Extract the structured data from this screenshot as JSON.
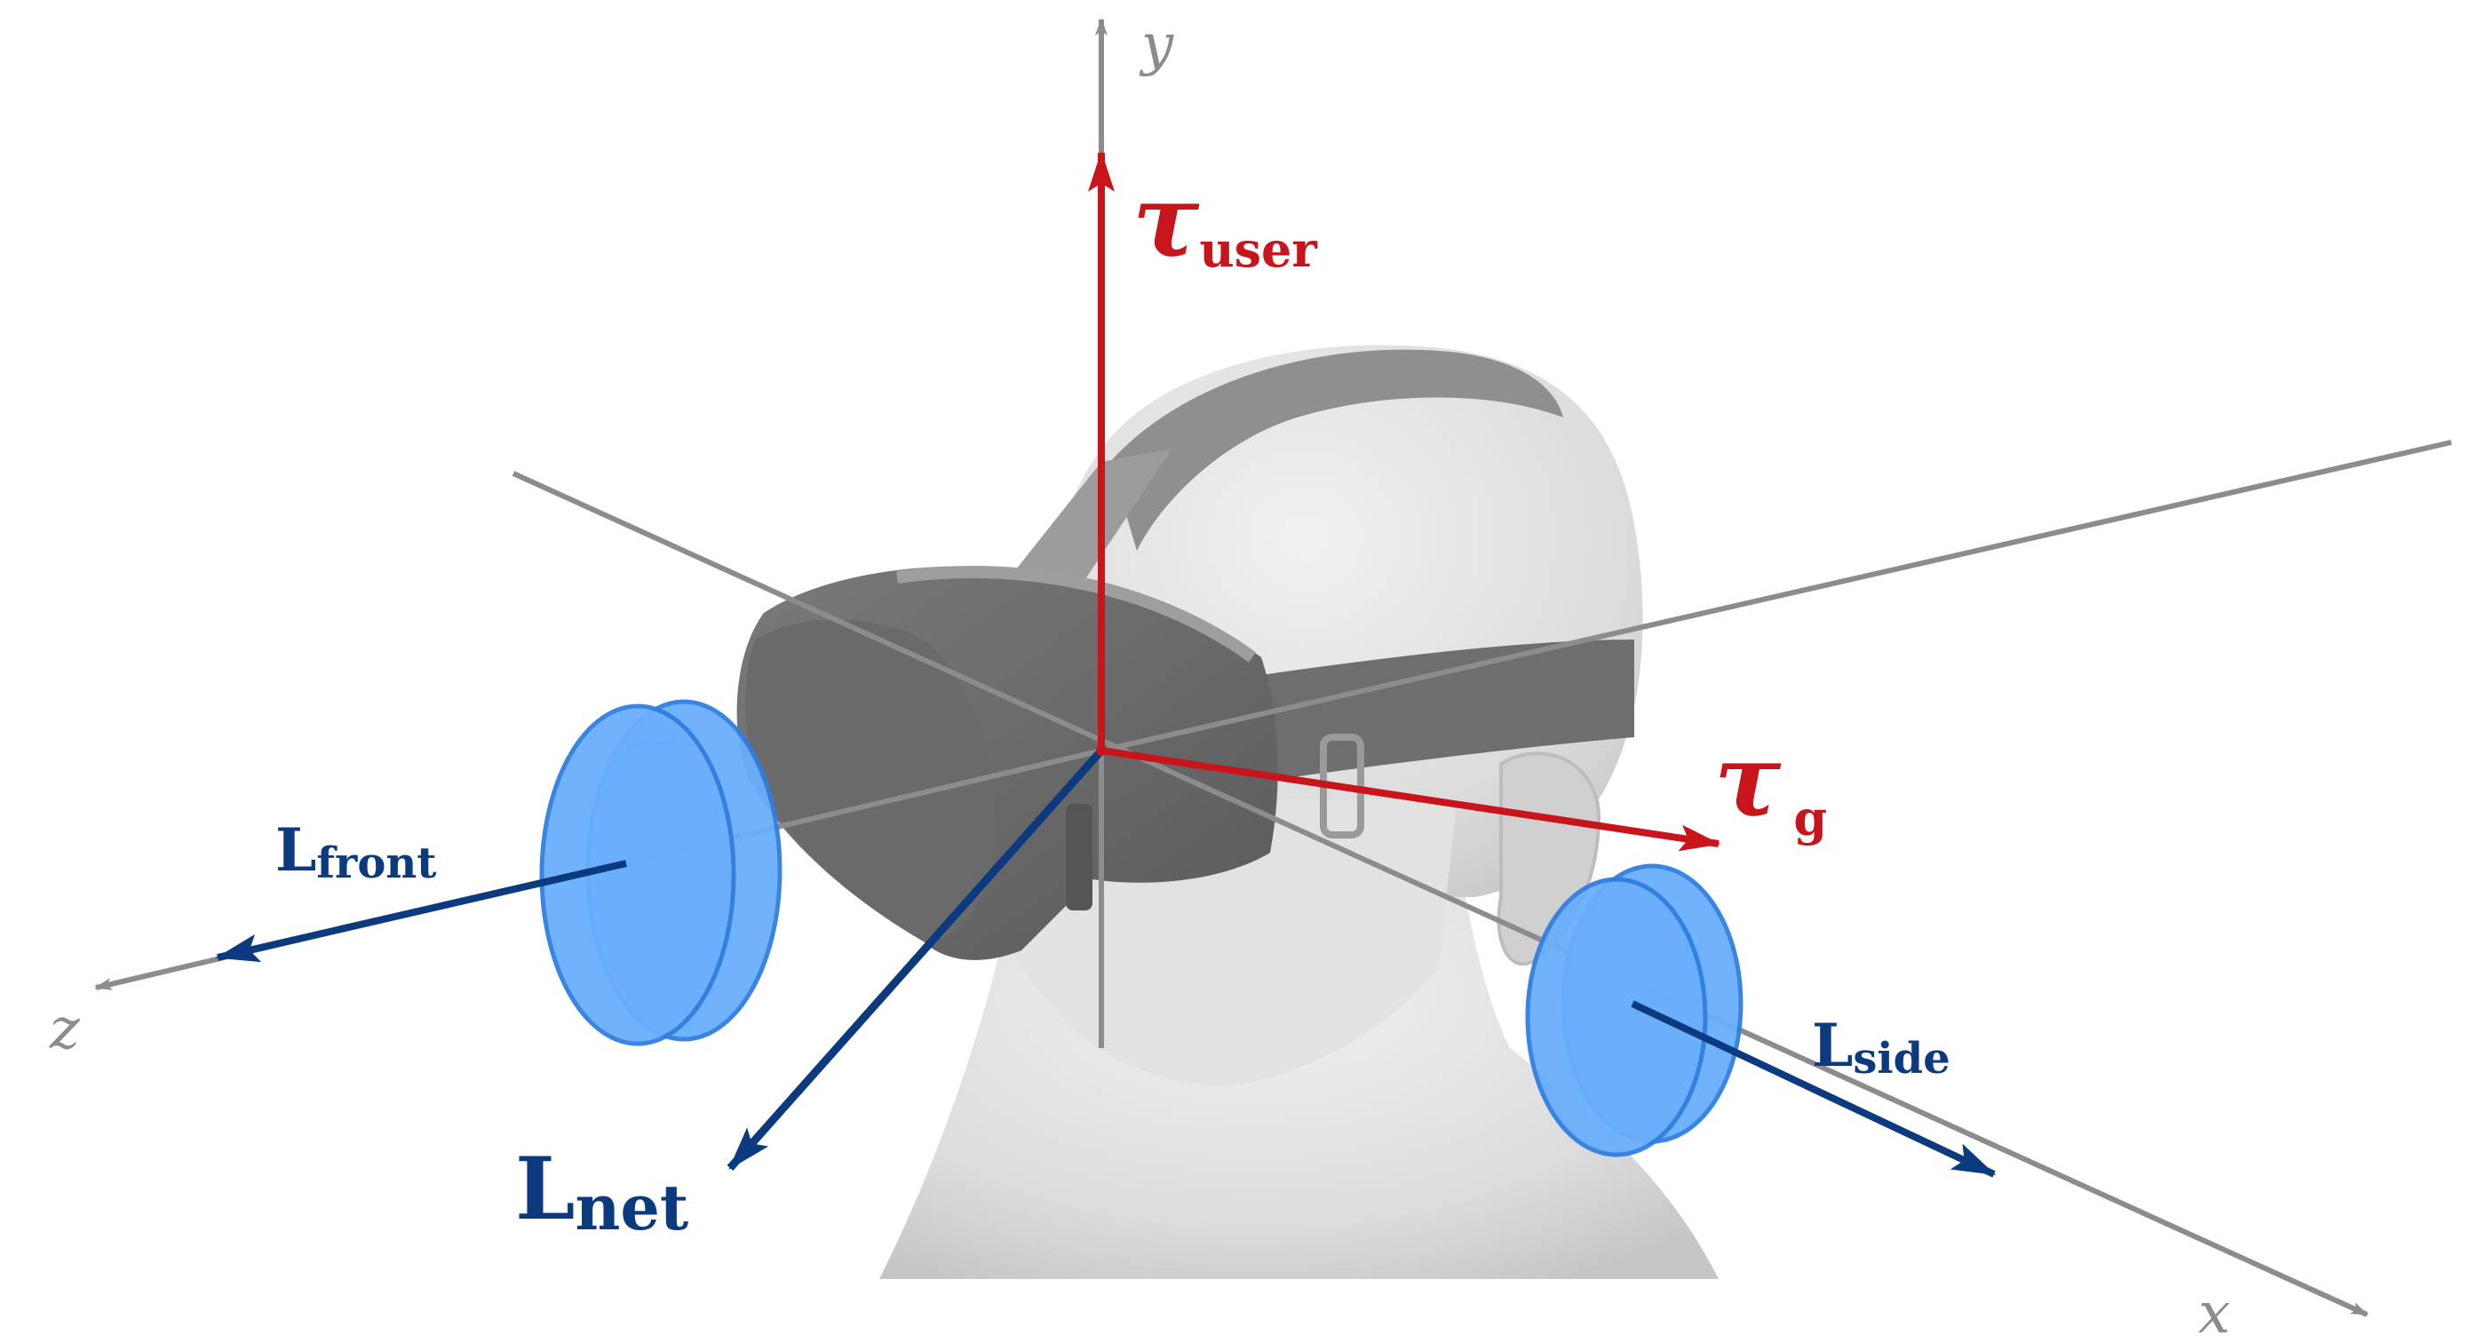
{
  "axes": {
    "x": "x",
    "y": "y",
    "z": "z"
  },
  "vectors": {
    "tau_user": {
      "symbol": "τ",
      "subscript": "user"
    },
    "tau_g": {
      "symbol": "τ",
      "subscript": "g"
    },
    "L_front": {
      "symbol": "L",
      "subscript": "front"
    },
    "L_side": {
      "symbol": "L",
      "subscript": "side"
    },
    "L_net": {
      "symbol": "L",
      "subscript": "net"
    }
  },
  "colors": {
    "axis": "#8c8c8c",
    "torque": "#c8141b",
    "momentum": "#0b3a7e",
    "flywheel": "#6aaefc",
    "flywheel_edge": "#2f7fe0"
  }
}
